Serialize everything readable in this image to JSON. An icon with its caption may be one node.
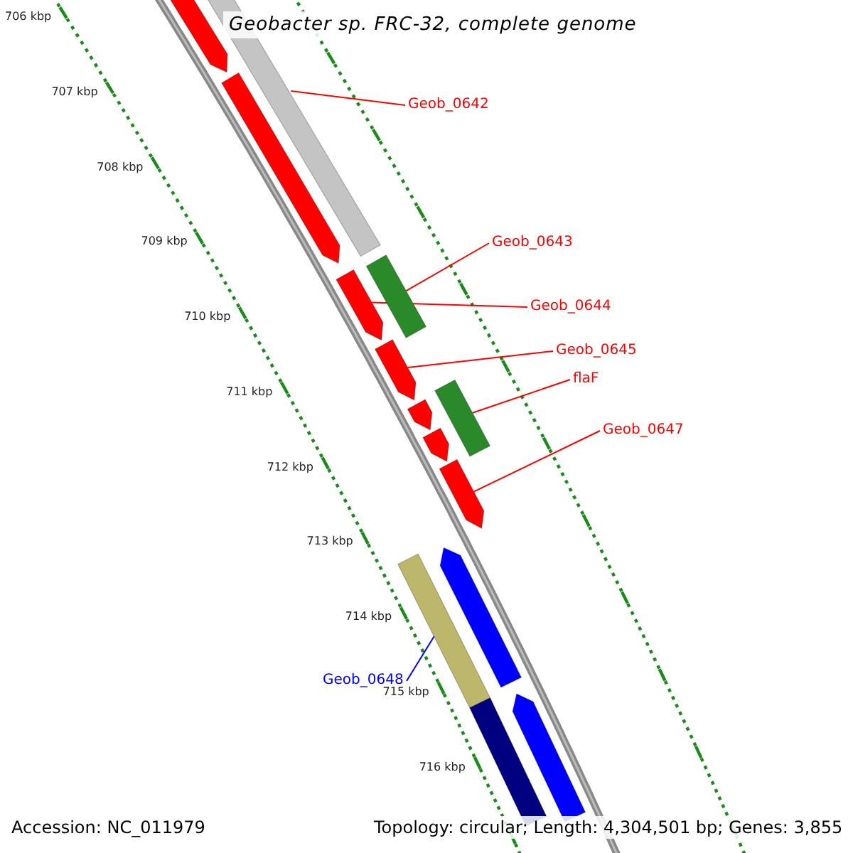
{
  "diagram": {
    "title": "Geobacter sp. FRC-32, complete genome",
    "nodes": [
      {
        "text": [
          "Geob_0642"
        ]
      },
      {
        "text": [
          "Geob_0643"
        ]
      },
      {
        "text": [
          "Geob_0644"
        ]
      },
      {
        "text": [
          "Geob_0645"
        ]
      },
      {
        "text": [
          "flaF"
        ]
      },
      {
        "text": [
          "Geob_0647"
        ]
      },
      {
        "text": [
          "Geob_0648"
        ]
      },
      {
        "text": [],
        "shape": "arrow"
      },
      {
        "text": [],
        "shape": "bar"
      },
      {
        "text": [],
        "shape": "arrow"
      },
      {
        "text": [],
        "shape": "arrow"
      },
      {
        "text": [],
        "shape": "bar"
      },
      {
        "text": [],
        "shape": "arrow"
      },
      {
        "text": [],
        "shape": "bar"
      },
      {
        "text": [],
        "shape": "arrow"
      },
      {
        "text": [],
        "shape": "arrow"
      },
      {
        "text": [],
        "shape": "arrow"
      },
      {
        "text": [],
        "shape": "arrow"
      },
      {
        "text": [],
        "shape": "bar"
      },
      {
        "text": [],
        "shape": "arrow"
      },
      {
        "text": [],
        "shape": "bar"
      }
    ],
    "edges": [
      {
        "from": 0,
        "to": 8,
        "arrow": "none"
      },
      {
        "from": 1,
        "to": 11,
        "arrow": "none"
      },
      {
        "from": 2,
        "to": 10,
        "arrow": "none"
      },
      {
        "from": 3,
        "to": 12,
        "arrow": "none"
      },
      {
        "from": 4,
        "to": 13,
        "arrow": "none"
      },
      {
        "from": 5,
        "to": 16,
        "arrow": "none"
      },
      {
        "from": 6,
        "to": 18,
        "arrow": "none",
        "color": "#0000ff"
      }
    ],
    "labels": [
      "706 kbp",
      "707 kbp",
      "708 kbp",
      "709 kbp",
      "710 kbp",
      "711 kbp",
      "712 kbp",
      "713 kbp",
      "714 kbp",
      "715 kbp",
      "716 kbp",
      "Accession: NC_011979",
      "Topology: circular; Length: 4,304,501 bp; Genes: 3,855"
    ]
  }
}
